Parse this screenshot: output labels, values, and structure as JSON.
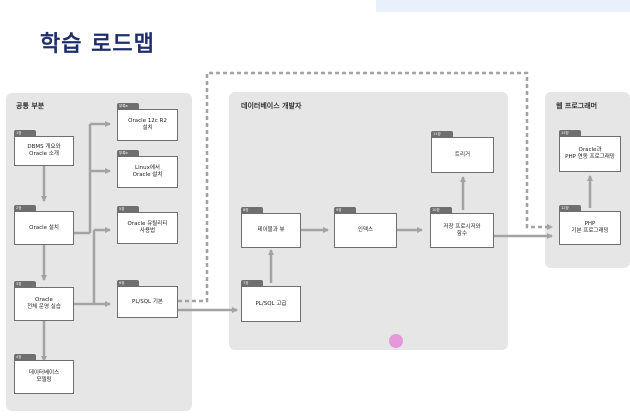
{
  "title": "학습 로드맵",
  "panels": {
    "common": "공통 부분",
    "db": "데이터베이스 개발자",
    "web": "웹 프로그래머"
  },
  "nodes": {
    "n1": {
      "tab": "1장",
      "label": "DBMS 개요와\nOracle 소개"
    },
    "n2": {
      "tab": "2장",
      "label": "Oracle 설치"
    },
    "n3": {
      "tab": "3장",
      "label": "Oracle\n전체 운영 실습"
    },
    "n4": {
      "tab": "4장",
      "label": "데이터베이스\n모델링"
    },
    "s1": {
      "tab": "부록a",
      "label": "Oracle 12c R2\n설치"
    },
    "s2": {
      "tab": "부록b",
      "label": "Linux에서\nOracle 설치"
    },
    "n5": {
      "tab": "5장",
      "label": "Oracle 유틸리티\n사용법"
    },
    "n6": {
      "tab": "6장",
      "label": "PL/SQL 기본"
    },
    "n7": {
      "tab": "7장",
      "label": "PL/SQL 고급"
    },
    "n8": {
      "tab": "8장",
      "label": "테이블과 뷰"
    },
    "n9": {
      "tab": "9장",
      "label": "인덱스"
    },
    "n10": {
      "tab": "10장",
      "label": "저장 프로시저와\n함수"
    },
    "n11": {
      "tab": "11장",
      "label": "트리거"
    },
    "n12": {
      "tab": "12장",
      "label": "PHP\n기본 프로그래밍"
    },
    "n13": {
      "tab": "13장",
      "label": "Oracle과\nPHP 연동 프로그래밍"
    }
  }
}
